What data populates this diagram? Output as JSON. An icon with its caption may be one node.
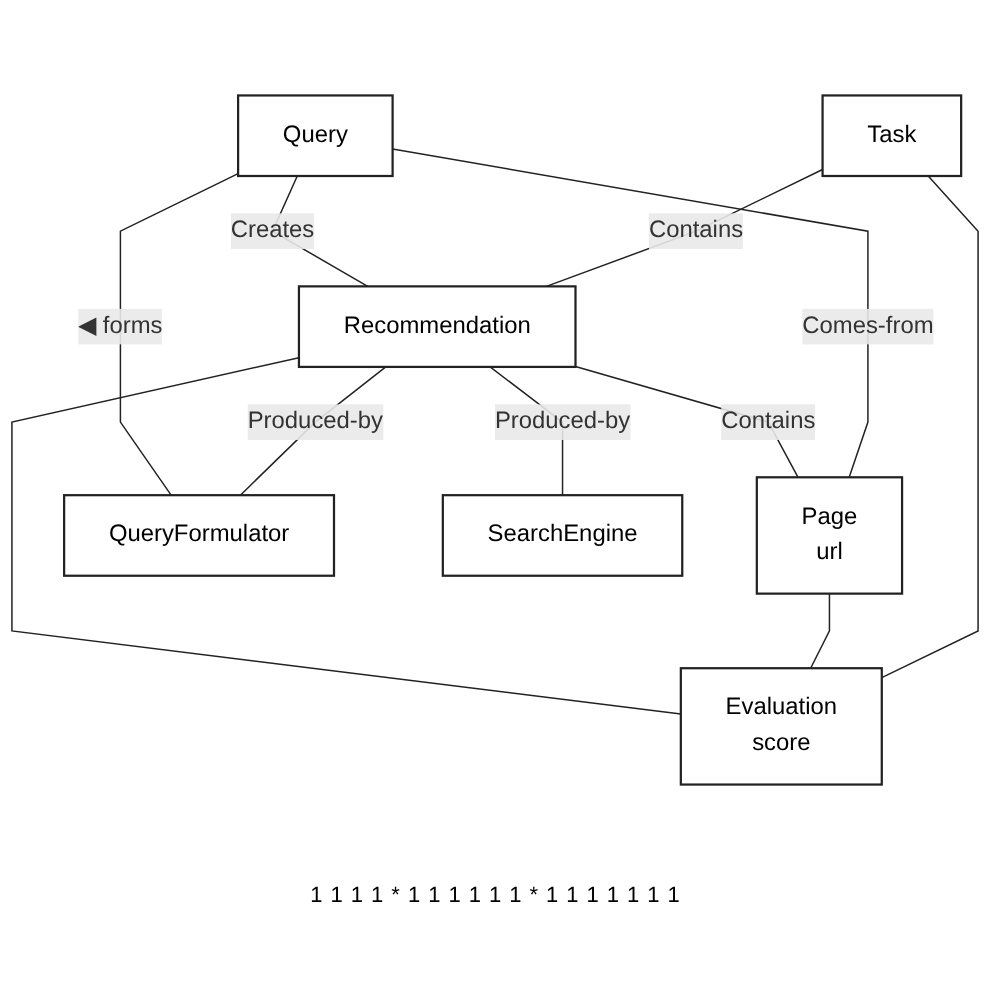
{
  "diagram": {
    "nodes": [
      {
        "text": [
          "Task"
        ]
      },
      {
        "text": [
          "Query"
        ]
      },
      {
        "text": [
          "Recommendation"
        ]
      },
      {
        "text": [
          "Page",
          "url"
        ]
      },
      {
        "text": [
          "Evaluation",
          "score"
        ]
      },
      {
        "text": [
          "QueryFormulator"
        ]
      },
      {
        "text": [
          "SearchEngine"
        ]
      }
    ],
    "edges": [
      {
        "from": 1,
        "to": 3,
        "arrow": "none",
        "label": "Comes-from"
      },
      {
        "from": 0,
        "to": 2,
        "arrow": "none",
        "label": "Contains"
      },
      {
        "from": 0,
        "to": 4,
        "arrow": "none"
      },
      {
        "from": 1,
        "to": 2,
        "arrow": "none",
        "label": "Creates"
      },
      {
        "from": 2,
        "to": 3,
        "arrow": "none",
        "label": "Contains"
      },
      {
        "from": 3,
        "to": 4,
        "arrow": "none"
      },
      {
        "from": 2,
        "to": 4,
        "arrow": "none"
      },
      {
        "from": 2,
        "to": 5,
        "arrow": "none",
        "label": "Produced-by"
      },
      {
        "from": 2,
        "to": 6,
        "arrow": "none",
        "label": "Produced-by"
      },
      {
        "from": 1,
        "to": 5,
        "arrow": "none",
        "label": "◀ forms"
      }
    ],
    "labels": [
      "1",
      "1",
      "1",
      "1",
      "*",
      "1",
      "1",
      "1",
      "1",
      "1",
      "1",
      "*",
      "1",
      "1",
      "1",
      "1",
      "1",
      "1",
      "1"
    ]
  }
}
